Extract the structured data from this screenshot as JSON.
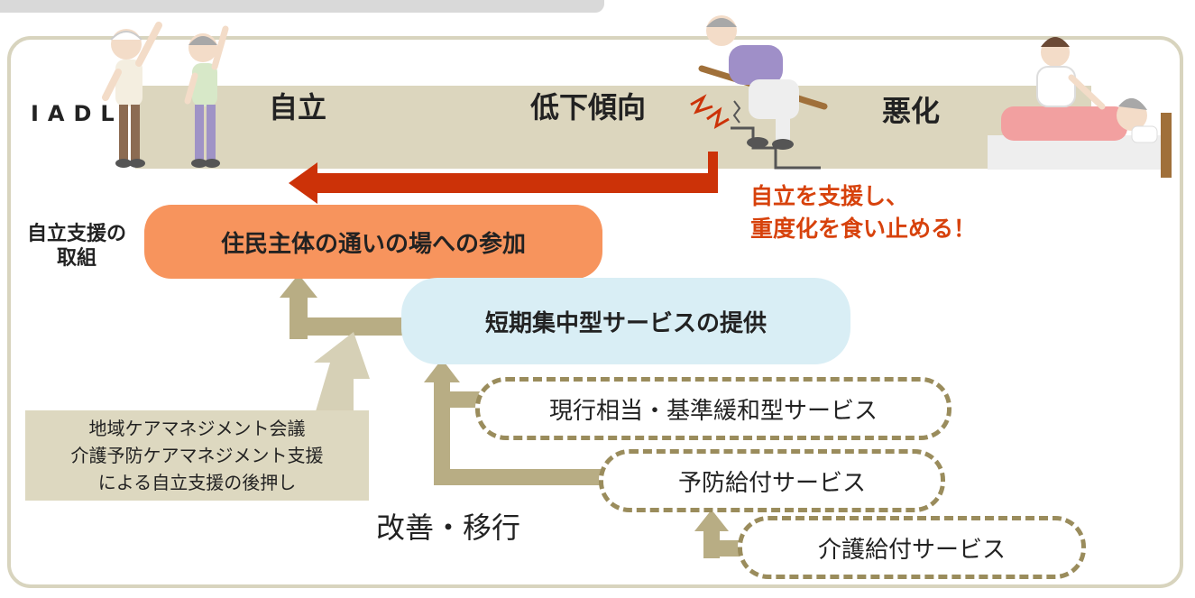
{
  "diagram": {
    "iadl_label": "IADL",
    "stages": {
      "independent": "自立",
      "declining": "低下傾向",
      "worsening": "悪化"
    },
    "highlight": {
      "line1": "自立を支援し、",
      "line2": "重度化を食い止める！"
    },
    "side_label": {
      "line1": "自立支援の",
      "line2": "取組"
    },
    "participation": "住民主体の通いの場への参加",
    "short_term_service": "短期集中型サービスの提供",
    "current_service": "現行相当・基準緩和型サービス",
    "preventive_service": "予防給付サービス",
    "care_service": "介護給付サービス",
    "support_note": {
      "line1": "地域ケアマネジメント会議",
      "line2": "介護予防ケアマネジメント支援",
      "line3": "による自立支援の後押し"
    },
    "transition_label": "改善・移行"
  },
  "colors": {
    "band": "#dcd6be",
    "orange_pill": "#f7945d",
    "blue_pill": "#d9eef5",
    "red_arrow": "#cc3208",
    "red_text": "#d7420c",
    "olive_arrow": "#b8ad84",
    "dash_border": "#9a8c5c"
  },
  "icons": [
    "elderly-man-stretching-icon",
    "elderly-woman-stretching-icon",
    "elderly-person-falling-icon",
    "caregiver-bedridden-icon"
  ]
}
